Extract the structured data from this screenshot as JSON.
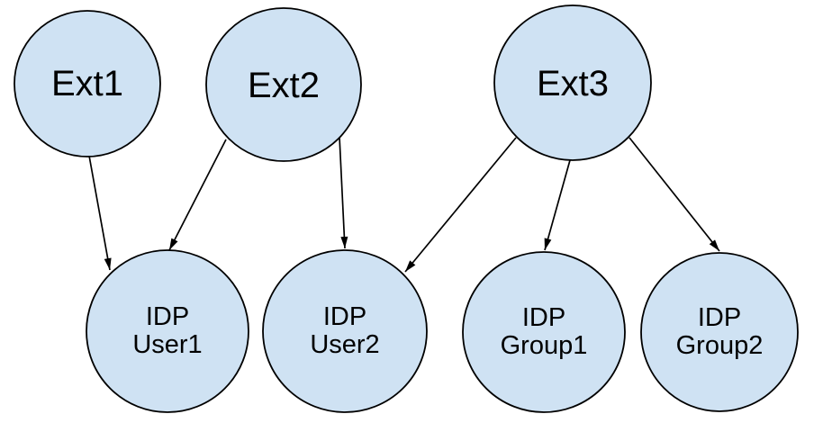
{
  "colors": {
    "background": "#ffffff",
    "node_fill": "#cfe2f3",
    "node_stroke": "#000000",
    "edge": "#000000",
    "text": "#000000"
  },
  "nodes": {
    "ext1": {
      "label": "Ext1"
    },
    "ext2": {
      "label": "Ext2"
    },
    "ext3": {
      "label": "Ext3"
    },
    "idp_user1": {
      "line1": "IDP",
      "line2": "User1"
    },
    "idp_user2": {
      "line1": "IDP",
      "line2": "User2"
    },
    "idp_group1": {
      "line1": "IDP",
      "line2": "Group1"
    },
    "idp_group2": {
      "line1": "IDP",
      "line2": "Group2"
    }
  },
  "edges": [
    {
      "from": "Ext1",
      "to": "IDP User1"
    },
    {
      "from": "Ext2",
      "to": "IDP User1"
    },
    {
      "from": "Ext2",
      "to": "IDP User2"
    },
    {
      "from": "Ext3",
      "to": "IDP User2"
    },
    {
      "from": "Ext3",
      "to": "IDP Group1"
    },
    {
      "from": "Ext3",
      "to": "IDP Group2"
    }
  ]
}
